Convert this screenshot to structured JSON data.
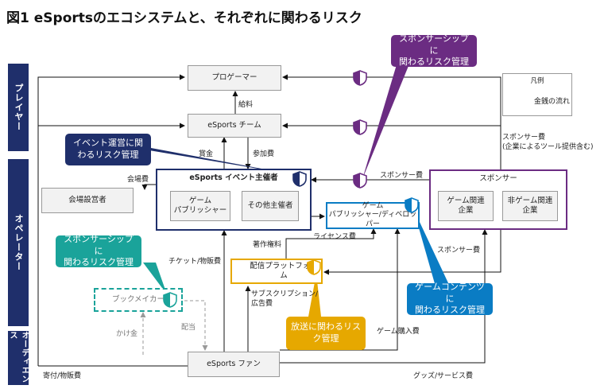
{
  "title": "図1 eSportsのエコシステムと、それぞれに関わるリスク",
  "bands": {
    "player": "プレイヤー",
    "operator": "オペレーター",
    "audience": "オーディエンス"
  },
  "nodes": {
    "pro_gamer": "プロゲーマー",
    "team": "eSports チーム",
    "organizer": "eSports イベント主催者",
    "game_publisher_inner": "ゲーム\nパブリッシャー",
    "other_organizer": "その他主催者",
    "venue": "会場設営者",
    "publisher_dev": "ゲーム\nパブリッシャー/ディベロッパー",
    "sponsor": "スポンサー",
    "game_sponsor": "ゲーム関連\n企業",
    "nongame_sponsor": "非ゲーム関連\n企業",
    "platform": "配信プラットフォーム",
    "bookmaker": "ブックメイカー",
    "fan": "eSports ファン"
  },
  "legend": {
    "title": "凡例",
    "item": "金銭の流れ"
  },
  "labels": {
    "salary": "給料",
    "prize": "賞金",
    "entry_fee": "参加費",
    "venue_fee": "会場費",
    "sponsor_fee1": "スポンサー費",
    "sponsor_fee_right": "スポンサー費\n(企業によるツール提供含む)",
    "license_fee": "ライセンス費",
    "copyright_fee": "著作権料",
    "sponsor_fee2": "スポンサー費",
    "ticket": "チケット/物販費",
    "subscription": "サブスクリプション/\n広告費",
    "game_purchase": "ゲーム購入費",
    "bet": "かけ金",
    "payout": "配当",
    "donation": "寄付/物販費",
    "goods": "グッズ/サービス費"
  },
  "callouts": {
    "sponsor_risk_top": "スポンサーシップに\n関わるリスク管理",
    "event_risk": "イベント運営に関\nわるリスク管理",
    "sponsor_risk_left": "スポンサーシップに\n関わるリスク管理",
    "content_risk": "ゲームコンテンツに\n関わるリスク管理",
    "broadcast_risk": "放送に関わるリス\nク管理"
  },
  "colors": {
    "navy": "#1f2f6b",
    "purple": "#6b2c82",
    "blue": "#0a7cc4",
    "gold": "#e6a800",
    "teal": "#1aa39a"
  }
}
